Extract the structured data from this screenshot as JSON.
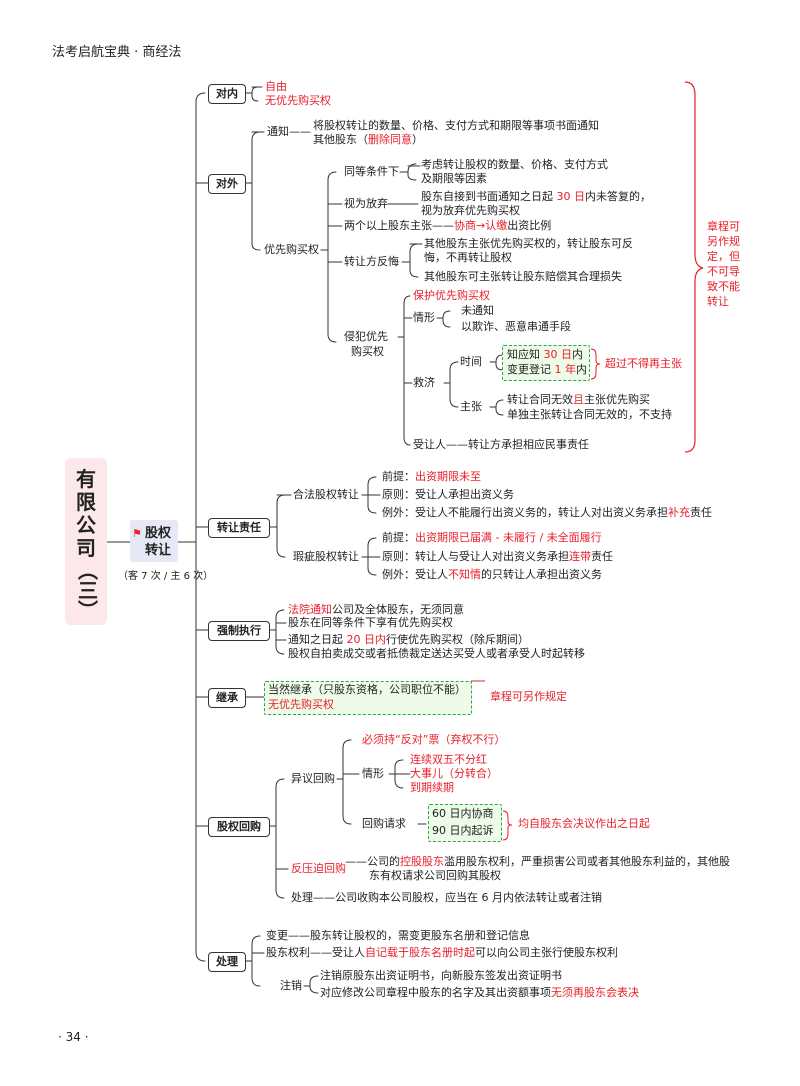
{
  "header": "法考启航宝典 · 商经法",
  "page_number": "· 34 ·",
  "title": [
    "有",
    "限",
    "公",
    "司",
    "（三）"
  ],
  "topic": {
    "line1": "股权",
    "line2": "转让",
    "stats": "（客 7 次 / 主 6 次）"
  },
  "branches": {
    "b1": "对内",
    "b2": "对外",
    "b3": "转让责任",
    "b4": "强制执行",
    "b5": "继承",
    "b6": "股权回购",
    "b7": "处理"
  },
  "neibu": {
    "free": "自由",
    "no_priority": "无优先购买权"
  },
  "waibu": {
    "notify_label": "通知——",
    "notify_l1": "将股权转让的数量、价格、支付方式和期限等事项书面通知",
    "notify_l2a": "其他股东（",
    "notify_l2b": "删除同意",
    "notify_l2c": "）",
    "priority": "优先购买权",
    "same_cond": "同等条件下",
    "same_cond_l1": "考虑转让股权的数量、价格、支付方式",
    "same_cond_l2": "及期限等因素",
    "waive": "视为放弃",
    "waive_l1a": "股东自接到书面通知之日起 ",
    "waive_l1b": "30 日",
    "waive_l1c": "内未答复的，",
    "waive_l2": "视为放弃优先购买权",
    "multi_a": "两个以上股东主张——",
    "multi_b": "协商→认缴",
    "multi_c": "出资比例",
    "regret": "转让方反悔",
    "regret_l1": "其他股东主张优先购买权的，转让股东可反",
    "regret_l2": "悔，不再转让股权",
    "regret_l3": "其他股东可主张转让股东赔偿其合理损失",
    "infringe_l1": "侵犯优先",
    "infringe_l2": "购买权",
    "protect": "保护优先购买权",
    "situation": "情形",
    "sit_1": "未通知",
    "sit_2": "以欺诈、恶意串通手段",
    "remedy": "救济",
    "time": "时间",
    "time_1a": "知应知 ",
    "time_1b": "30 日",
    "time_1c": "内",
    "time_2a": "变更登记 ",
    "time_2b": "1 年",
    "time_2c": "内",
    "time_note": "超过不得再主张",
    "claim": "主张",
    "claim_1a": "转让合同无效",
    "claim_1b": "且",
    "claim_1c": "主张优先购买",
    "claim_2": "单独主张转让合同无效的，不支持",
    "transferee": "受让人——转让方承担相应民事责任",
    "brace_note": [
      "章程可",
      "另作规",
      "定，但",
      "不可导",
      "致不能",
      "转让"
    ]
  },
  "zeren": {
    "legal": "合法股权转让",
    "legal_pre_a": "前提：",
    "legal_pre_b": "出资期限未至",
    "legal_pri": "原则：受让人承担出资义务",
    "legal_exc_a": "例外：受让人不能履行出资义务的，转让人对出资义务承担",
    "legal_exc_b": "补充",
    "legal_exc_c": "责任",
    "flaw": "瑕疵股权转让",
    "flaw_pre_a": "前提：",
    "flaw_pre_b": "出资期限已届满 - 未履行 / 未全面履行",
    "flaw_pri_a": "原则：转让人与受让人对出资义务承担",
    "flaw_pri_b": "连带",
    "flaw_pri_c": "责任",
    "flaw_exc_a": "例外：受让人",
    "flaw_exc_b": "不知情",
    "flaw_exc_c": "的只转让人承担出资义务"
  },
  "zhixing": {
    "l1a": "法院通知",
    "l1b": "公司及全体股东，无须同意",
    "l2": "股东在同等条件下享有优先购买权",
    "l3a": "通知之日起 ",
    "l3b": "20 日内",
    "l3c": "行使优先购买权（除斥期间）",
    "l4": "股权自拍卖成交或者抵债裁定送达买受人或者承受人时起转移"
  },
  "jicheng": {
    "l1": "当然继承（只股东资格，公司职位不能）",
    "l2": "无优先购买权",
    "note": "章程可另作规定"
  },
  "huigou": {
    "objection": "异议回购",
    "must": "必须持“反对”票（弃权不行）",
    "situation": "情形",
    "sit_1": "连续双五不分红",
    "sit_2": "大事儿（分转合）",
    "sit_3": "到期续期",
    "request": "回购请求",
    "req_1": "60 日内协商",
    "req_2": "90 日内起诉",
    "req_note": "均自股东会决议作出之日起",
    "anti": "反压迫回购",
    "anti_l1a": "——公司的",
    "anti_l1b": "控股股东",
    "anti_l1c": "滥用股东权利，严重损害公司或者其他股东利益的，其他股",
    "anti_l2": "东有权请求公司回购其股权",
    "handle": "处理——公司收购本公司股权，应当在 6 月内依法转让或者注销"
  },
  "chuli": {
    "change": "变更——股东转让股权的，需变更股东名册和登记信息",
    "rights_a": "股东权利——受让人",
    "rights_b": "自记载于股东名册时起",
    "rights_c": "可以向公司主张行使股东权利",
    "cancel": "注销",
    "cancel_1": "注销原股东出资证明书，向新股东签发出资证明书",
    "cancel_2a": "对应修改公司章程中股东的名字及其出资额事项",
    "cancel_2b": "无须再股东会表决"
  },
  "colors": {
    "red": "#e8202a",
    "green_border": "#22aa44",
    "green_fill": "#eefbe8",
    "title_bg": "#fce7ea",
    "topic_bg": "#e6e9f5"
  }
}
